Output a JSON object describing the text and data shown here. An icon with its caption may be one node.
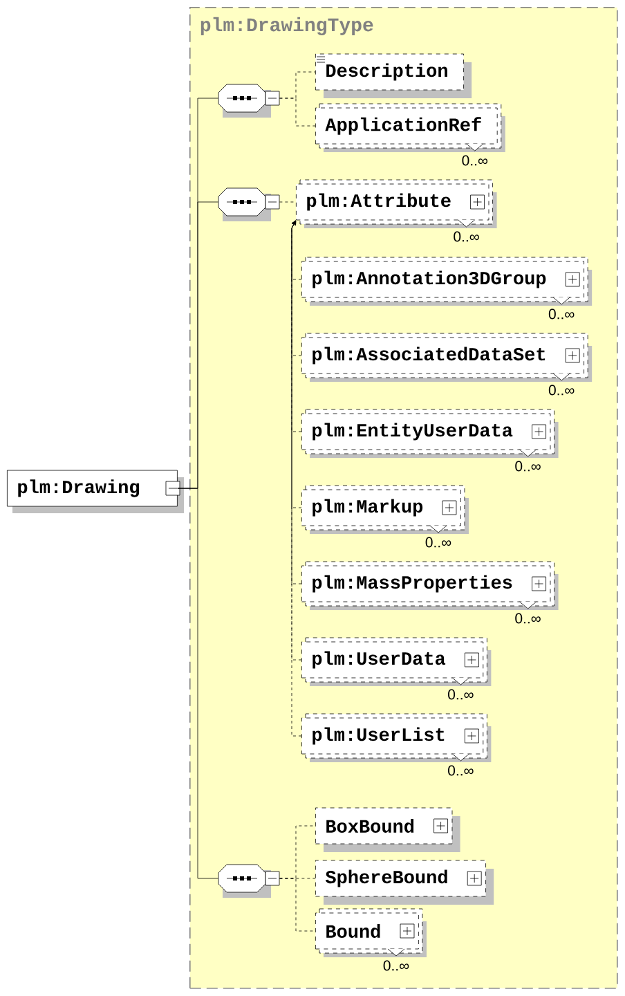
{
  "diagram": {
    "nodes": [
      {
        "text": [
          "plm:Drawing"
        ]
      },
      {
        "text": [
          "plm:DrawingType"
        ]
      },
      {
        "text": [],
        "shape": "octagon",
        "in": 1
      },
      {
        "text": [
          "Description"
        ],
        "in": 1
      },
      {
        "text": [
          "ApplicationRef"
        ],
        "in": 1,
        "beside": [
          "0..∞"
        ]
      },
      {
        "text": [],
        "shape": "octagon",
        "in": 1
      },
      {
        "text": [
          "plm:Attribute"
        ],
        "in": 1,
        "beside": [
          "0..∞"
        ]
      },
      {
        "text": [
          "plm:Annotation3DGroup"
        ],
        "in": 1,
        "beside": [
          "0..∞"
        ]
      },
      {
        "text": [
          "plm:AssociatedDataSet"
        ],
        "in": 1,
        "beside": [
          "0..∞"
        ]
      },
      {
        "text": [
          "plm:EntityUserData"
        ],
        "in": 1,
        "beside": [
          "0..∞"
        ]
      },
      {
        "text": [
          "plm:Markup"
        ],
        "in": 1,
        "beside": [
          "0..∞"
        ]
      },
      {
        "text": [
          "plm:MassProperties"
        ],
        "in": 1,
        "beside": [
          "0..∞"
        ]
      },
      {
        "text": [
          "plm:UserData"
        ],
        "in": 1,
        "beside": [
          "0..∞"
        ]
      },
      {
        "text": [
          "plm:UserList"
        ],
        "in": 1,
        "beside": [
          "0..∞"
        ]
      },
      {
        "text": [],
        "shape": "octagon",
        "in": 1
      },
      {
        "text": [
          "BoxBound"
        ],
        "in": 1
      },
      {
        "text": [
          "SphereBound"
        ],
        "in": 1
      },
      {
        "text": [
          "Bound"
        ],
        "in": 1,
        "beside": [
          "0..∞"
        ]
      }
    ],
    "edges": [
      {
        "from": 0,
        "to": 2,
        "arrow": "none"
      },
      {
        "from": 0,
        "to": 5,
        "arrow": "none"
      },
      {
        "from": 0,
        "to": 14,
        "arrow": "none"
      },
      {
        "from": 2,
        "to": 3,
        "arrow": "none",
        "style": "dashed"
      },
      {
        "from": 2,
        "to": 4,
        "arrow": "none",
        "style": "dashed"
      },
      {
        "from": 5,
        "to": 6,
        "arrow": "none",
        "style": "dashed"
      },
      {
        "from": 7,
        "to": 6,
        "arrow": "to",
        "style": "dashed"
      },
      {
        "from": 8,
        "to": 6,
        "arrow": "to",
        "style": "dashed"
      },
      {
        "from": 9,
        "to": 6,
        "arrow": "to",
        "style": "dashed"
      },
      {
        "from": 10,
        "to": 6,
        "arrow": "to",
        "style": "dashed"
      },
      {
        "from": 11,
        "to": 6,
        "arrow": "to",
        "style": "dashed"
      },
      {
        "from": 12,
        "to": 6,
        "arrow": "to",
        "style": "dashed"
      },
      {
        "from": 13,
        "to": 6,
        "arrow": "to",
        "style": "dashed"
      },
      {
        "from": 14,
        "to": 15,
        "arrow": "none",
        "style": "dashed"
      },
      {
        "from": 14,
        "to": 16,
        "arrow": "none",
        "style": "dashed"
      },
      {
        "from": 14,
        "to": 17,
        "arrow": "none",
        "style": "dashed"
      }
    ]
  }
}
